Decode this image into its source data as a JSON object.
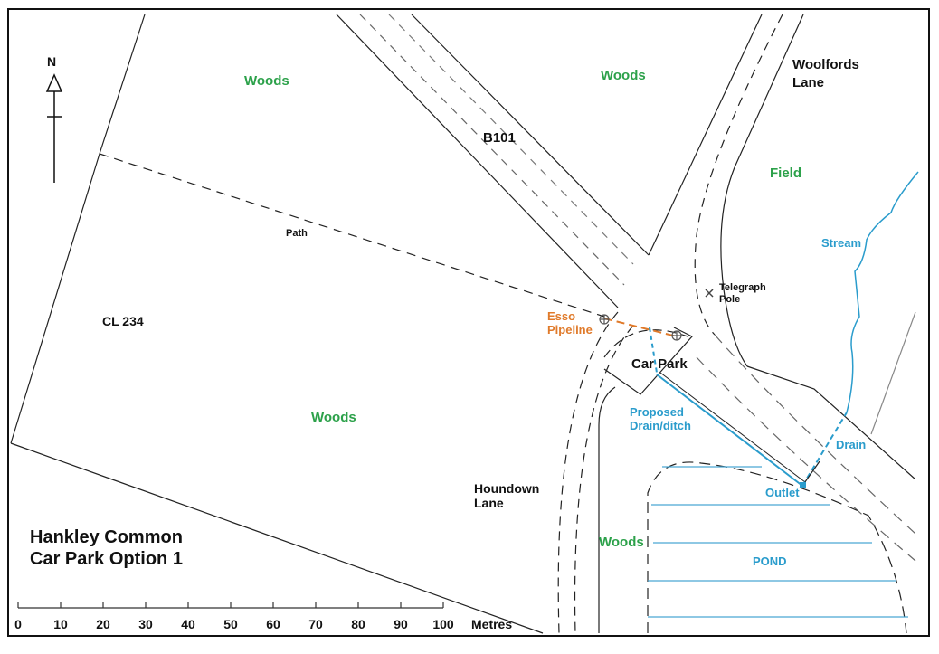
{
  "title": {
    "line1": "Hankley Common",
    "line2": "Car Park Option 1"
  },
  "north_arrow": {
    "label": "N",
    "icon": "north-arrow-icon"
  },
  "labels": {
    "woods_nw": "Woods",
    "woods_n": "Woods",
    "woods_sw": "Woods",
    "woods_s": "Woods",
    "woolfords_lane": "Woolfords Lane",
    "woolfords_line1": "Woolfords",
    "woolfords_line2": "Lane",
    "b101": "B101",
    "field": "Field",
    "stream": "Stream",
    "path": "Path",
    "cl234": "CL 234",
    "telegraph_line1": "Telegraph",
    "telegraph_line2": "Pole",
    "esso_line1": "Esso",
    "esso_line2": "Pipeline",
    "car_park": "Car Park",
    "proposed_line1": "Proposed",
    "proposed_line2": "Drain/ditch",
    "drain": "Drain",
    "outlet": "Outlet",
    "houndown_line1": "Houndown",
    "houndown_line2": "Lane",
    "pond": "POND"
  },
  "scale_bar": {
    "ticks": [
      "0",
      "10",
      "20",
      "30",
      "40",
      "50",
      "60",
      "70",
      "80",
      "90",
      "100"
    ],
    "unit": "Metres"
  },
  "colors": {
    "woods_label": "#2ca14a",
    "water": "#2a9ccc",
    "pipeline": "#e07a2a",
    "line": "#222222"
  }
}
